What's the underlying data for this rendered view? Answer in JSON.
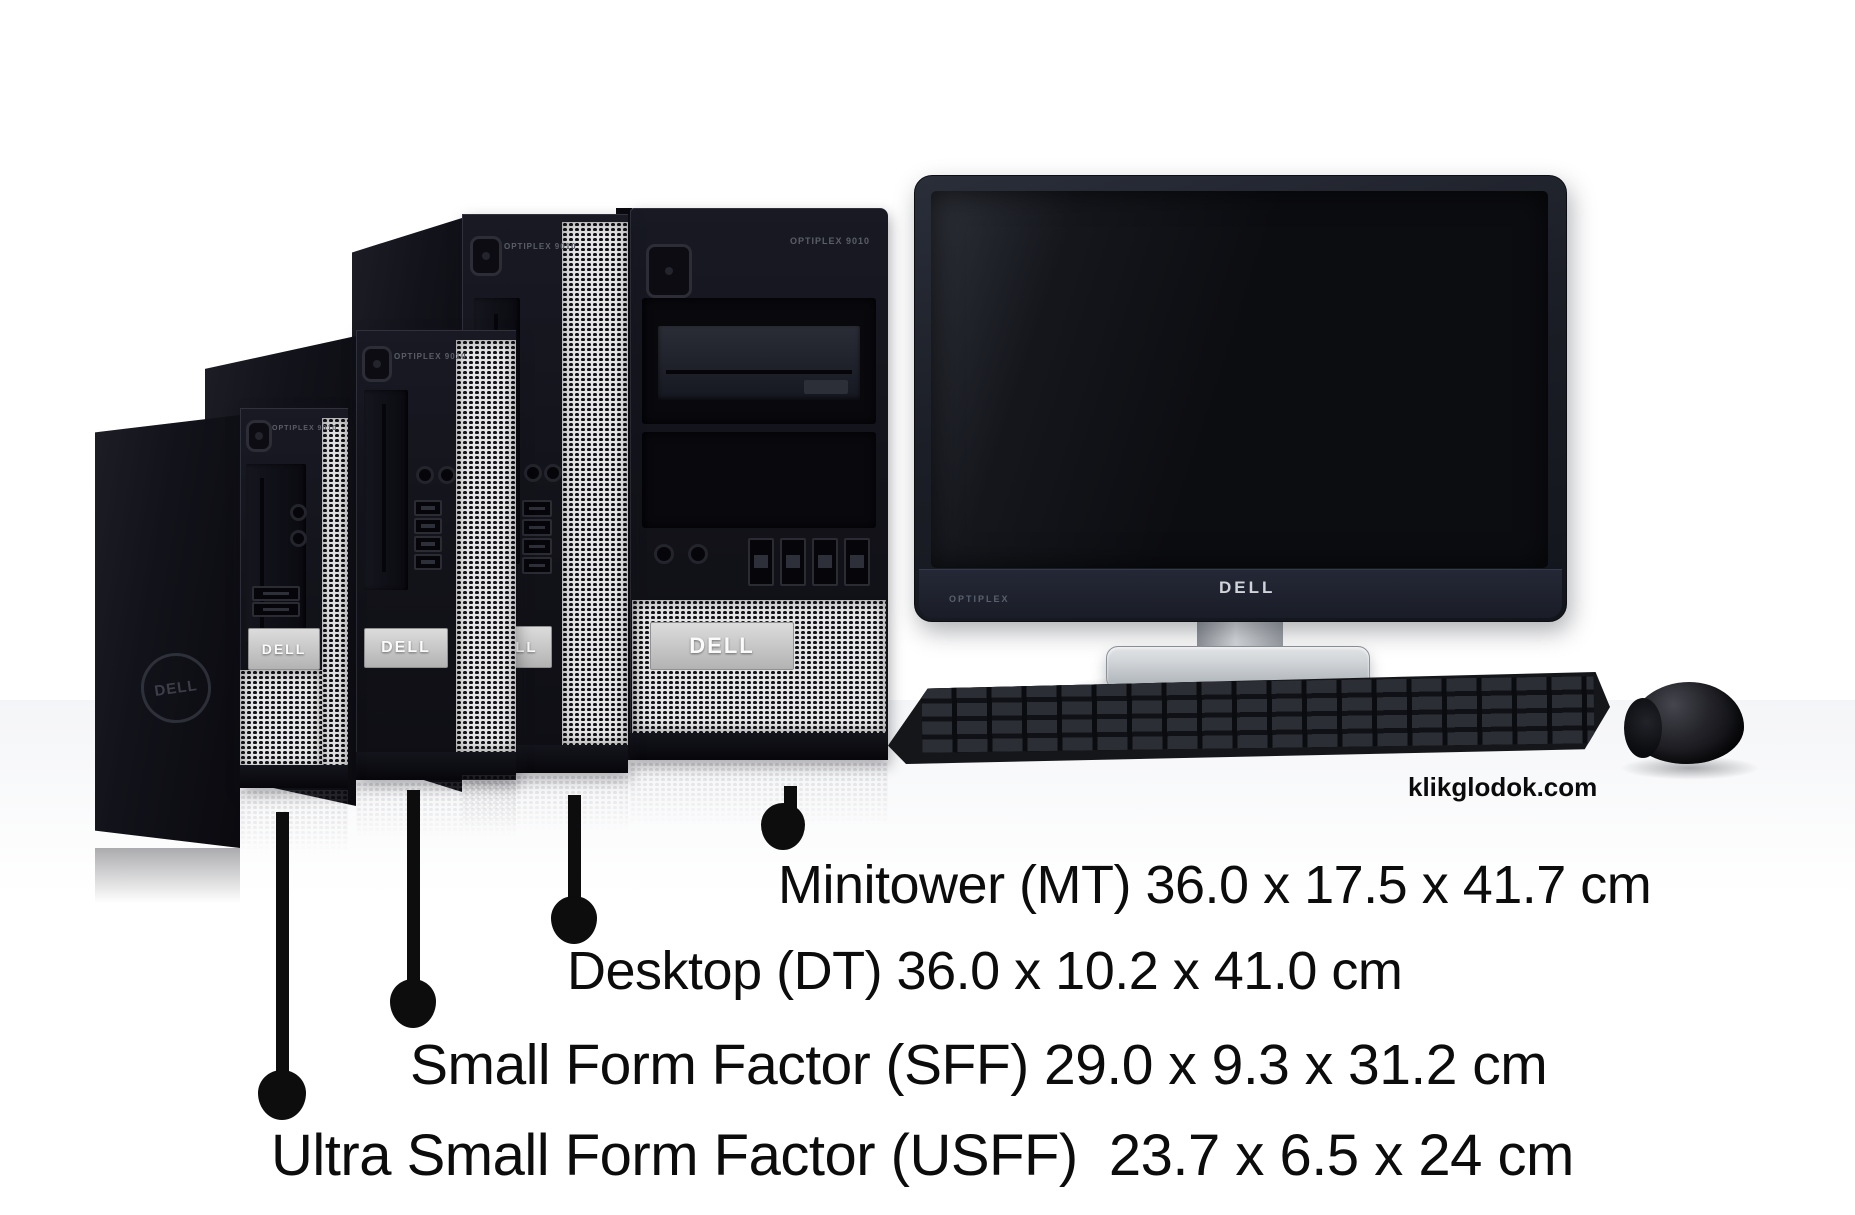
{
  "watermark": {
    "text": "klikglodok.com"
  },
  "monitor": {
    "logo": "DELL",
    "chin_model": "OPTIPLEX"
  },
  "towers": [
    {
      "id": "usff",
      "badge": "DELL",
      "model": "OPTIPLEX 9010",
      "side_logo": "DELL"
    },
    {
      "id": "sff",
      "badge": "DELL",
      "model": "OPTIPLEX 9010"
    },
    {
      "id": "dt",
      "badge": "DELL",
      "model": "OPTIPLEX 9010"
    },
    {
      "id": "mt",
      "badge": "DELL",
      "model": "OPTIPLEX 9010"
    }
  ],
  "labels": [
    {
      "id": "mt",
      "text": "Minitower (MT) 36.0 x 17.5 x 41.7 cm"
    },
    {
      "id": "dt",
      "text": "Desktop (DT) 36.0 x 10.2 x 41.0 cm"
    },
    {
      "id": "sff",
      "text": "Small Form Factor (SFF) 29.0 x 9.3 x 31.2 cm"
    },
    {
      "id": "usff",
      "text": "Ultra Small Form Factor (USFF)  23.7 x 6.5 x 24 cm"
    }
  ],
  "colors": {
    "label_text": "#0c0c0c",
    "mesh_light": "#e4e4e4",
    "badge_silver": "#c8c8c8",
    "stand_silver": "#b7babf",
    "chassis_dark": "#121219"
  }
}
